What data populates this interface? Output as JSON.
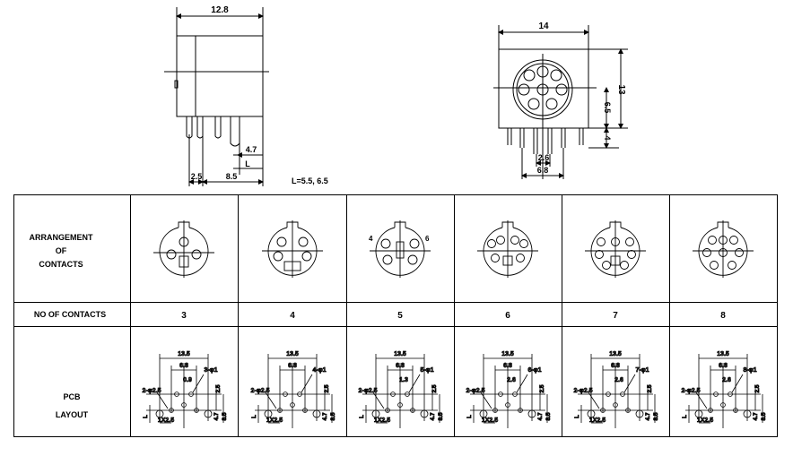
{
  "side_view": {
    "width_label": "12.8",
    "dim_47": "4.7",
    "dim_L": "L",
    "dim_25": "2.5",
    "dim_85": "8.5",
    "L_note": "L=5.5,   6.5"
  },
  "front_view": {
    "width_label": "14",
    "height_label": "13",
    "dim_65": "6.5",
    "dim_4": "4",
    "dim_26": "2.6",
    "dim_68": "6.8"
  },
  "table": {
    "row_arrangement": [
      "ARRANGEMENT",
      "OF",
      "CONTACTS"
    ],
    "row_count": "NO OF CONTACTS",
    "row_pcb": [
      "PCB",
      "LAYOUT"
    ],
    "counts": [
      "3",
      "4",
      "5",
      "6",
      "7",
      "8"
    ],
    "pin5_left": "4",
    "pin5_right": "6",
    "pcb": [
      {
        "w": "13.5",
        "m": "6.8",
        "holes": "3-φ1",
        "inner": "0.9",
        "pin": "2-φ2.5",
        "h": "2.5",
        "pitch": "1X2.5",
        "d1": "4.7",
        "d2": "8.5",
        "sl": "L"
      },
      {
        "w": "13.5",
        "m": "6.8",
        "holes": "4-φ1",
        "inner": "",
        "pin": "2-φ2.5",
        "h": "2.5",
        "pitch": "1X2.5",
        "d1": "4.7",
        "d2": "8.5",
        "sl": "L"
      },
      {
        "w": "13.5",
        "m": "6.8",
        "holes": "5-φ1",
        "inner": "1.3",
        "pin": "2-φ2.5",
        "h": "2.5",
        "pitch": "1X2.5",
        "d1": "4.7",
        "d2": "8.5",
        "sl": "L"
      },
      {
        "w": "13.5",
        "m": "6.8",
        "holes": "6-φ1",
        "inner": "2.6",
        "pin": "2-φ2.5",
        "h": "2.5",
        "pitch": "1X2.5",
        "d1": "4.7",
        "d2": "8.5",
        "sl": "L"
      },
      {
        "w": "13.5",
        "m": "6.8",
        "holes": "7-φ1",
        "inner": "2.6",
        "pin": "2-φ2.5",
        "h": "2.5",
        "pitch": "1X2.5",
        "d1": "4.7",
        "d2": "8.5",
        "sl": "L"
      },
      {
        "w": "13.5",
        "m": "6.8",
        "holes": "8-φ1",
        "inner": "2.6",
        "pin": "2-φ2.5",
        "h": "2.5",
        "pitch": "1X2.5",
        "d1": "4.7",
        "d2": "8.5",
        "sl": "L"
      }
    ]
  }
}
